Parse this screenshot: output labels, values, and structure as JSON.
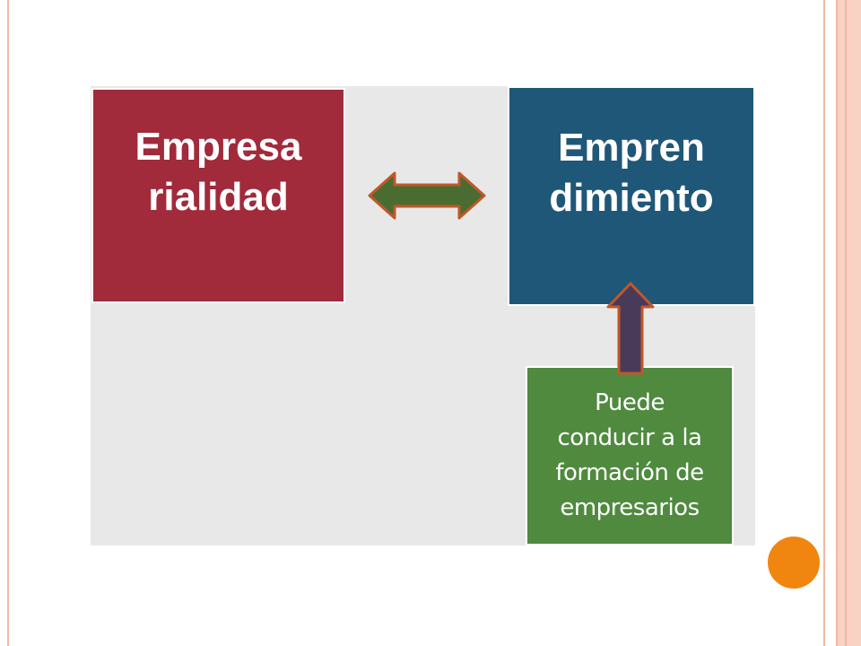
{
  "diagram": {
    "left_box": {
      "text": "Empresa\nrialidad",
      "color": "#a12a3b"
    },
    "right_box": {
      "text": "Empren\ndimiento",
      "color": "#1f5778"
    },
    "bottom_box": {
      "text": "Puede\nconducir a la\nformación de\nempresarios",
      "color": "#4f8a3f"
    },
    "connectors": {
      "horizontal": {
        "type": "double-headed-arrow",
        "fill": "#4b6c31",
        "stroke": "#c0582a"
      },
      "vertical": {
        "type": "up-arrow",
        "fill": "#4a3a5a",
        "stroke": "#c0582a"
      }
    }
  },
  "decoration": {
    "frame_color": "#f2b9a4",
    "frame_fill": "#f9d2c3",
    "corner_dot_color": "#f0850f"
  }
}
